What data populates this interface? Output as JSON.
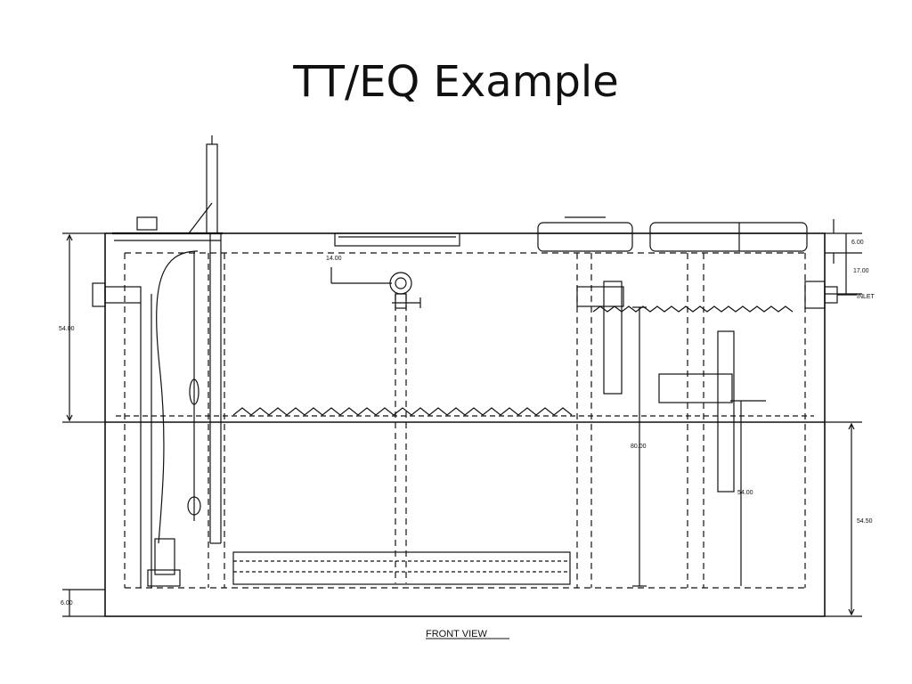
{
  "slide": {
    "title": "TT/EQ Example"
  },
  "drawing": {
    "caption": "FRONT VIEW",
    "dimensions": {
      "left_height": "54.00",
      "bottom_left": "6.00",
      "pipe_offset": "14.00",
      "top_right_a": "6.00",
      "top_right_b": "17.00",
      "center_height": "80.00",
      "baffle_height": "54.00",
      "right_lower": "54.50"
    },
    "labels": {
      "inlet": "INLET"
    }
  }
}
